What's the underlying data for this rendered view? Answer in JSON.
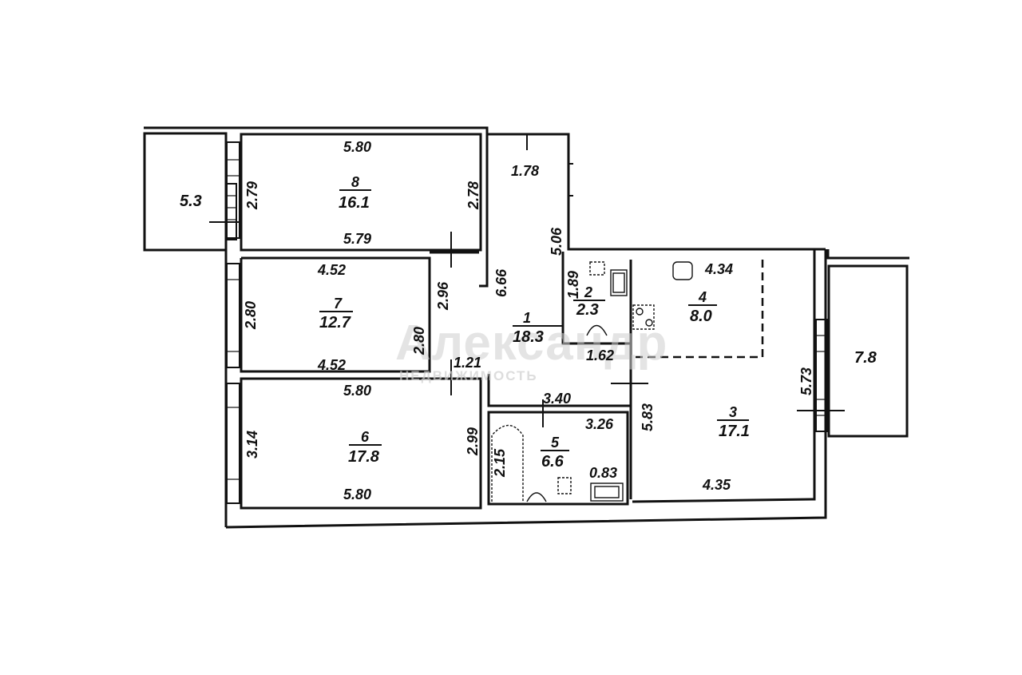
{
  "watermark": {
    "brand": "Александр",
    "tagline": "НЕДВИЖИМОСТЬ"
  },
  "rooms": [
    {
      "number": "1",
      "area": "18.3"
    },
    {
      "number": "2",
      "area": "2.3"
    },
    {
      "number": "3",
      "area": "17.1"
    },
    {
      "number": "4",
      "area": "8.0"
    },
    {
      "number": "5",
      "area": "6.6"
    },
    {
      "number": "6",
      "area": "17.8"
    },
    {
      "number": "7",
      "area": "12.7"
    },
    {
      "number": "8",
      "area": "16.1"
    }
  ],
  "balconies": {
    "left": "5.3",
    "right": "7.8"
  },
  "dimensions": {
    "r8_top": "5.80",
    "r8_bottom": "5.79",
    "r8_left": "2.79",
    "r8_right": "2.78",
    "r7_top": "4.52",
    "r7_bottom": "4.52",
    "r7_left": "2.80",
    "r7_right": "2.80",
    "r6_top": "5.80",
    "r6_bottom": "5.80",
    "r6_left": "3.14",
    "r6_right": "2.99",
    "hall_upper_width": "1.78",
    "hall_upper_right": "5.06",
    "hall_left": "6.66",
    "hall_notch_height": "2.96",
    "hall_notch_width": "1.21",
    "hall_lower_width": "3.40",
    "wc_height": "1.89",
    "wc_width": "1.62",
    "kitchen_width": "4.34",
    "room3_bottom": "4.35",
    "room3_right": "5.73",
    "room3_left": "5.83",
    "bath_width": "3.26",
    "bath_height": "2.15",
    "bath_niche": "0.83"
  }
}
